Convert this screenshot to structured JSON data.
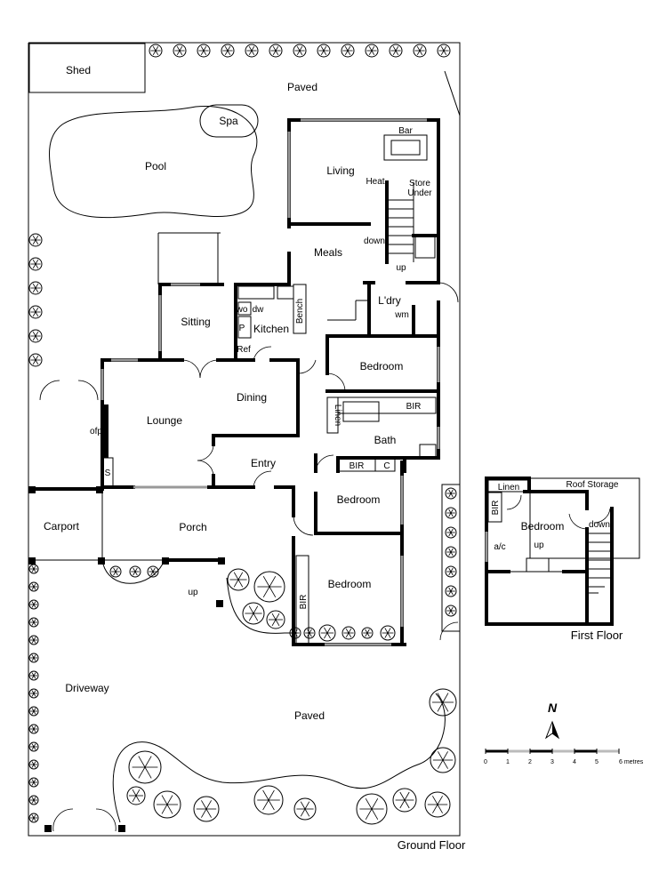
{
  "title": "Floor Plan",
  "ground_floor": {
    "caption": "Ground Floor",
    "rooms": {
      "shed": "Shed",
      "paved_top": "Paved",
      "spa": "Spa",
      "pool": "Pool",
      "bar": "Bar",
      "living": "Living",
      "heat": "Heat",
      "store": "Store",
      "under": "Under",
      "down": "down",
      "meals": "Meals",
      "up_stair": "up",
      "laundry": "L'dry",
      "wm": "wm",
      "sitting": "Sitting",
      "wo": "wo",
      "dw": "dw",
      "p": "P",
      "kitchen": "Kitchen",
      "bench": "Bench",
      "ref": "Ref",
      "dining": "Dining",
      "lounge": "Lounge",
      "ofp": "ofp",
      "s": "S",
      "bedroom1": "Bedroom",
      "bir1": "BIR",
      "linen": "Linen",
      "bath": "Bath",
      "bir2": "BIR",
      "c": "C",
      "entry": "Entry",
      "bedroom2": "Bedroom",
      "carport": "Carport",
      "porch": "Porch",
      "up_porch": "up",
      "bir3": "BIR",
      "bedroom3": "Bedroom",
      "driveway": "Driveway",
      "paved_bottom": "Paved"
    }
  },
  "first_floor": {
    "caption": "First Floor",
    "rooms": {
      "linen": "Linen",
      "roof_storage": "Roof Storage",
      "bir": "BIR",
      "bedroom": "Bedroom",
      "ac": "a/c",
      "up": "up",
      "down": "down"
    }
  },
  "compass": {
    "label": "N"
  },
  "scale": {
    "ticks": [
      "0",
      "1",
      "2",
      "3",
      "4",
      "5",
      "6 metres"
    ]
  }
}
